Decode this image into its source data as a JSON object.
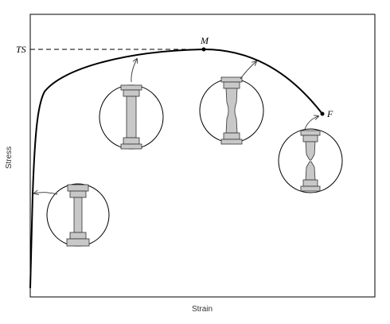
{
  "axes": {
    "x_label": "Strain",
    "y_label": "Stress"
  },
  "annotations": {
    "tensile_strength": "TS",
    "max_point": "M",
    "fracture_point": "F"
  },
  "specimens": [
    {
      "stage": "elastic"
    },
    {
      "stage": "uniform deformation"
    },
    {
      "stage": "necking"
    },
    {
      "stage": "fracture"
    }
  ],
  "colors": {
    "curve": "#000000",
    "specimen_fill": "#c8c8c8",
    "specimen_stroke": "#333333",
    "frame": "#000000"
  }
}
